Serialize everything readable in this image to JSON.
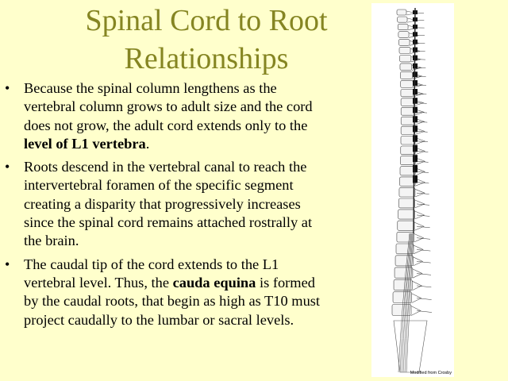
{
  "title": {
    "line1": "Spinal Cord to Root",
    "line2": "Relationships"
  },
  "bullets": [
    {
      "text_before": "Because the spinal column lengthens as the vertebral column grows to adult size and the cord does not grow, the adult cord extends only to the ",
      "bold": "level of L1 vertebra",
      "text_after": "."
    },
    {
      "text_before": "Roots descend in the vertebral canal to reach the intervertebral foramen of the specific segment creating a disparity that progressively increases since the spinal cord remains attached rostrally at the brain.",
      "bold": "",
      "text_after": ""
    },
    {
      "text_before": "The caudal tip of the cord extends to the L1 vertebral level. Thus, the ",
      "bold": "cauda equina",
      "text_after": " is formed by the caudal roots, that begin as high as T10 must project caudally to the lumbar or sacral levels."
    }
  ],
  "bullet_symbol": "•",
  "figure": {
    "credit": "Modified from Crosby"
  },
  "colors": {
    "background": "#ffffcc",
    "title": "#858522"
  }
}
